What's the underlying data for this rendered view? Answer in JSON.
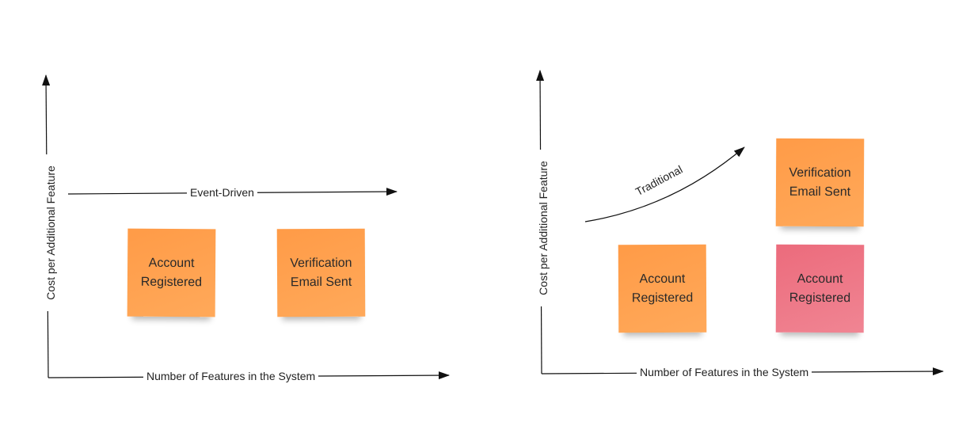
{
  "colors": {
    "orange_note": "#ffa24f",
    "pink_note": "#ef7d8d",
    "ink": "#111111"
  },
  "left_panel": {
    "y_axis_label": "Cost per Additional Feature",
    "x_axis_label": "Number of Features in the System",
    "trend_label": "Event-Driven",
    "notes": [
      {
        "text": "Account Registered",
        "color": "orange"
      },
      {
        "text": "Verification Email Sent",
        "color": "orange"
      }
    ]
  },
  "right_panel": {
    "y_axis_label": "Cost per Additional Feature",
    "x_axis_label": "Number of Features in the System",
    "trend_label": "Traditional",
    "notes": [
      {
        "text": "Verification Email Sent",
        "color": "orange"
      },
      {
        "text": "Account Registered",
        "color": "orange"
      },
      {
        "text": "Account Registered",
        "color": "pink"
      }
    ]
  }
}
